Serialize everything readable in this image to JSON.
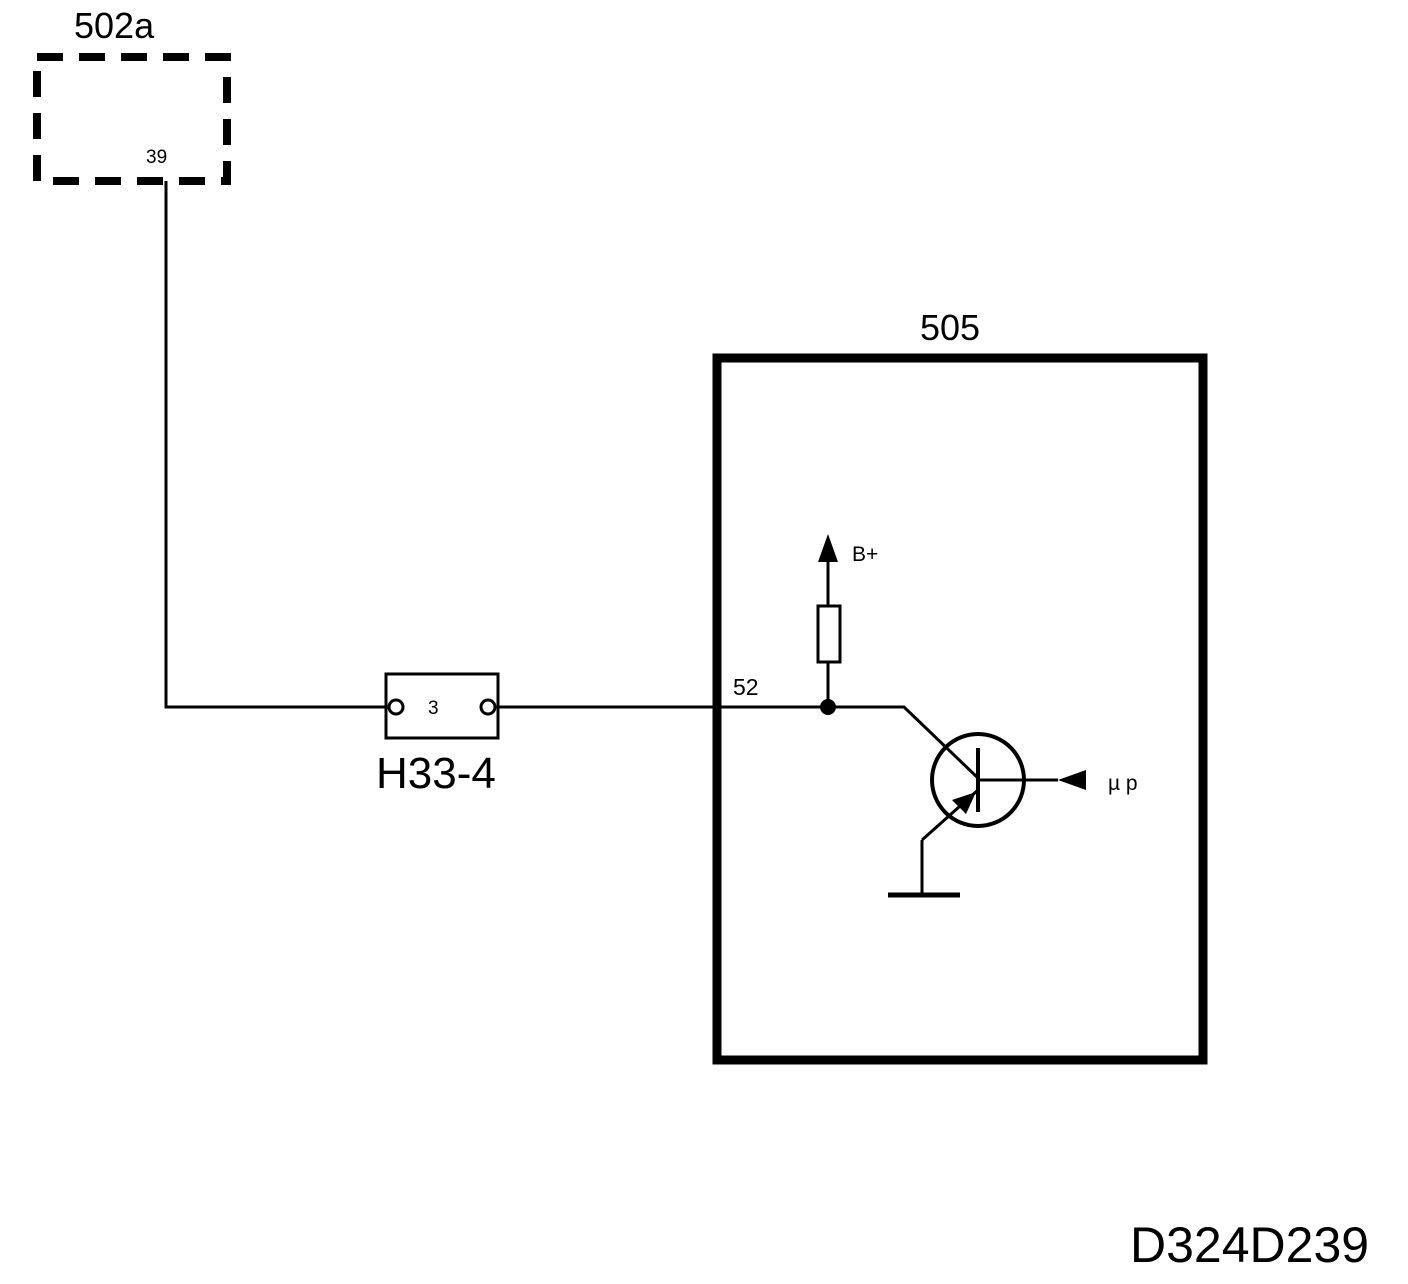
{
  "components": {
    "ecu_502a": {
      "label": "502a",
      "pin": "39"
    },
    "ecu_505": {
      "label": "505",
      "pin": "52"
    },
    "connector": {
      "label": "H33-4",
      "pin": "3"
    }
  },
  "internal": {
    "supply_label": "B+",
    "micro_label": "µ p"
  },
  "diagram_code": "D324D239",
  "colors": {
    "ink": "#000000",
    "background": "#ffffff"
  }
}
